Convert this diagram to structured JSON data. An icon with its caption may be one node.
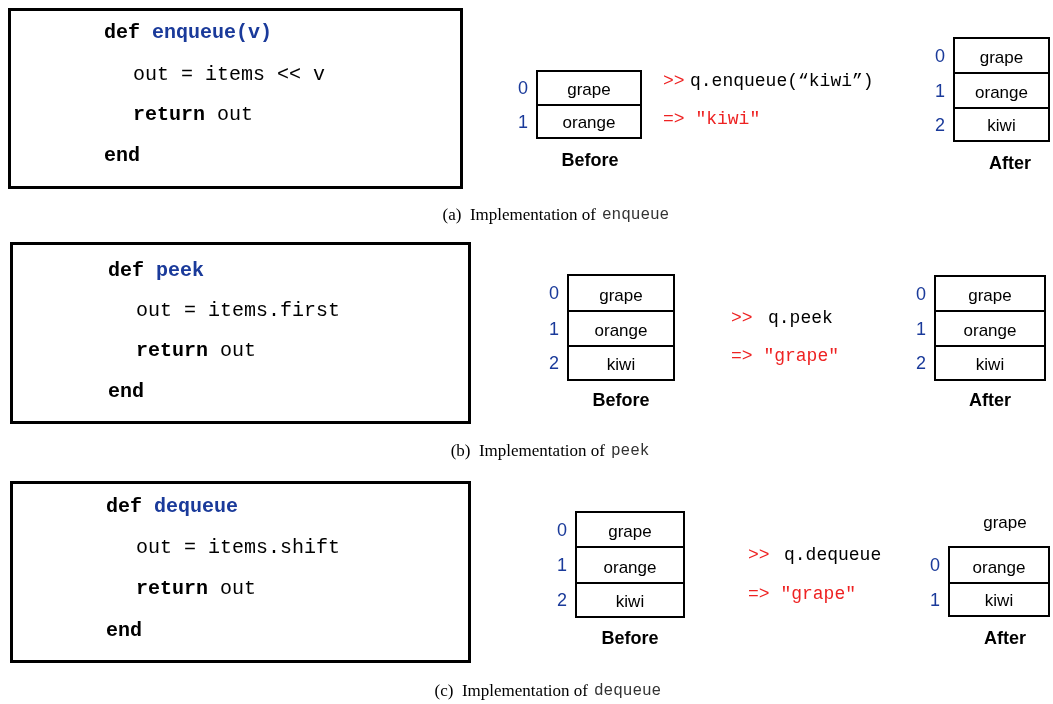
{
  "diagram": {
    "nodes": [
      {
        "text": [
          "def",
          "enqueue(v)",
          "out = items << v",
          "**return** out",
          "end"
        ]
      },
      {
        "text": [
          "grape"
        ],
        "beside": [
          "0"
        ]
      },
      {
        "text": [
          "orange"
        ],
        "beside": [
          "1"
        ]
      },
      {
        "text": [
          "grape"
        ],
        "beside": [
          "0"
        ]
      },
      {
        "text": [
          "orange"
        ],
        "beside": [
          "1"
        ]
      },
      {
        "text": [
          "kiwi"
        ],
        "beside": [
          "2"
        ]
      },
      {
        "text": [
          "def",
          "peek",
          "out = items.first",
          "**return** out",
          "end"
        ]
      },
      {
        "text": [
          "grape"
        ],
        "beside": [
          "0"
        ]
      },
      {
        "text": [
          "orange"
        ],
        "beside": [
          "1"
        ]
      },
      {
        "text": [
          "kiwi"
        ],
        "beside": [
          "2"
        ]
      },
      {
        "text": [
          "grape"
        ],
        "beside": [
          "0"
        ]
      },
      {
        "text": [
          "orange"
        ],
        "beside": [
          "1"
        ]
      },
      {
        "text": [
          "kiwi"
        ],
        "beside": [
          "2"
        ]
      },
      {
        "text": [
          "def",
          "dequeue",
          "out = items.shift",
          "**return** out",
          "end"
        ]
      },
      {
        "text": [
          "grape"
        ],
        "beside": [
          "0"
        ]
      },
      {
        "text": [
          "orange"
        ],
        "beside": [
          "1"
        ]
      },
      {
        "text": [
          "kiwi"
        ],
        "beside": [
          "2"
        ]
      },
      {
        "text": [
          "orange"
        ],
        "beside": [
          "0"
        ]
      },
      {
        "text": [
          "kiwi"
        ],
        "beside": [
          "1"
        ]
      }
    ],
    "labels": [
      ">>",
      "q.enqueue(“kiwi”)",
      "=> \"kiwi\"",
      "Before",
      "After",
      "(a)  Implementation of",
      "enqueue",
      ">>",
      "q.peek",
      "=> \"grape\"",
      "Before",
      "After",
      "(b)  Implementation of",
      "peek",
      "grape",
      ">>",
      "q.dequeue",
      "=> \"grape\"",
      "Before",
      "After",
      "(c)  Implementation of",
      "dequeue"
    ]
  }
}
